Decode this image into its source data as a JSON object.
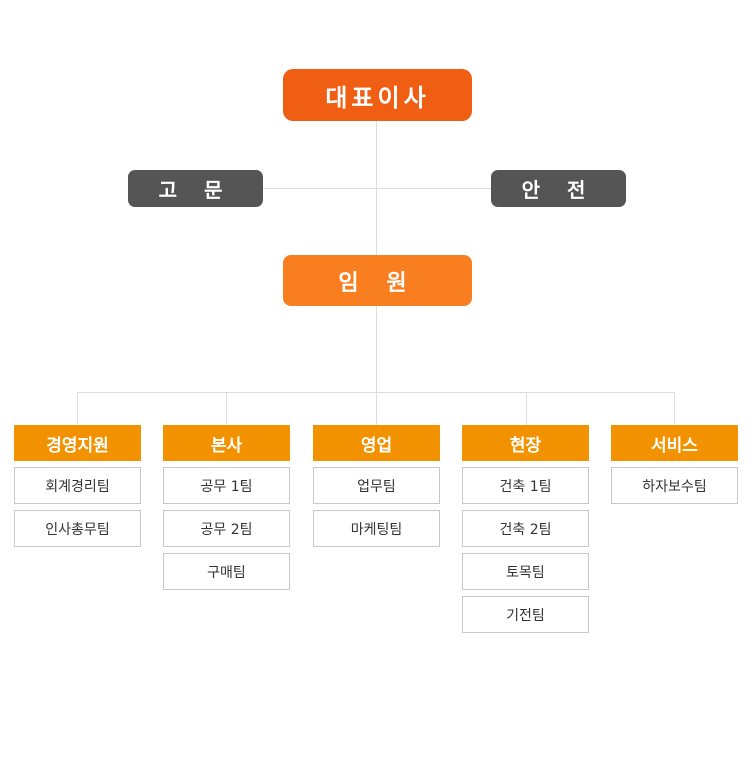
{
  "colors": {
    "ceo": "#f05e14",
    "exec": "#f87e20",
    "side": "#555555",
    "department": "#f39200",
    "line": "#dddddd",
    "team_border": "#c8c8c8"
  },
  "top": {
    "ceo_label": "대표이사",
    "advisor_label": "고 문",
    "safety_label": "안 전",
    "exec_label": "임 원"
  },
  "departments": [
    {
      "name": "경영지원",
      "teams": [
        "회계경리팀",
        "인사총무팀"
      ]
    },
    {
      "name": "본사",
      "teams": [
        "공무 1팀",
        "공무 2팀",
        "구매팀"
      ]
    },
    {
      "name": "영업",
      "teams": [
        "업무팀",
        "마케팅팀"
      ]
    },
    {
      "name": "현장",
      "teams": [
        "건축 1팀",
        "건축 2팀",
        "토목팀",
        "기전팀"
      ]
    },
    {
      "name": "서비스",
      "teams": [
        "하자보수팀"
      ]
    }
  ]
}
